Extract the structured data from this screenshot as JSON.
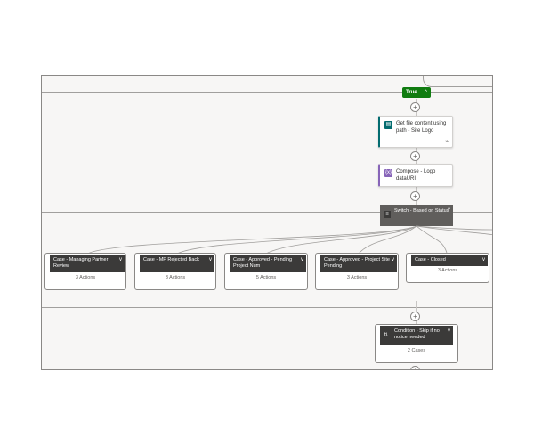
{
  "true_branch": {
    "label": "True",
    "chevron": "^"
  },
  "steps": [
    {
      "title": "Get file content using path - Site Logo",
      "icon": "file-icon",
      "color": "#036c70"
    },
    {
      "title": "Compose - Logo dataURI",
      "icon": "compose-icon",
      "color": "#8764b8"
    }
  ],
  "switch": {
    "title": "Switch - Based on Status",
    "chevron": "^"
  },
  "cases": [
    {
      "title": "Case - Managing Partner Review",
      "count": "3 Actions"
    },
    {
      "title": "Case - MP Rejected Back",
      "count": "3 Actions"
    },
    {
      "title": "Case - Approved - Pending Project Num",
      "count": "5 Actions"
    },
    {
      "title": "Case - Approved - Project Site Pending",
      "count": "3 Actions"
    },
    {
      "title": "Case - Closed",
      "count": "3 Actions"
    }
  ],
  "condition": {
    "title": "Condition - Skip if no notice needed",
    "count": "2 Cases"
  },
  "plus_symbol": "+",
  "chevron_down": "v"
}
